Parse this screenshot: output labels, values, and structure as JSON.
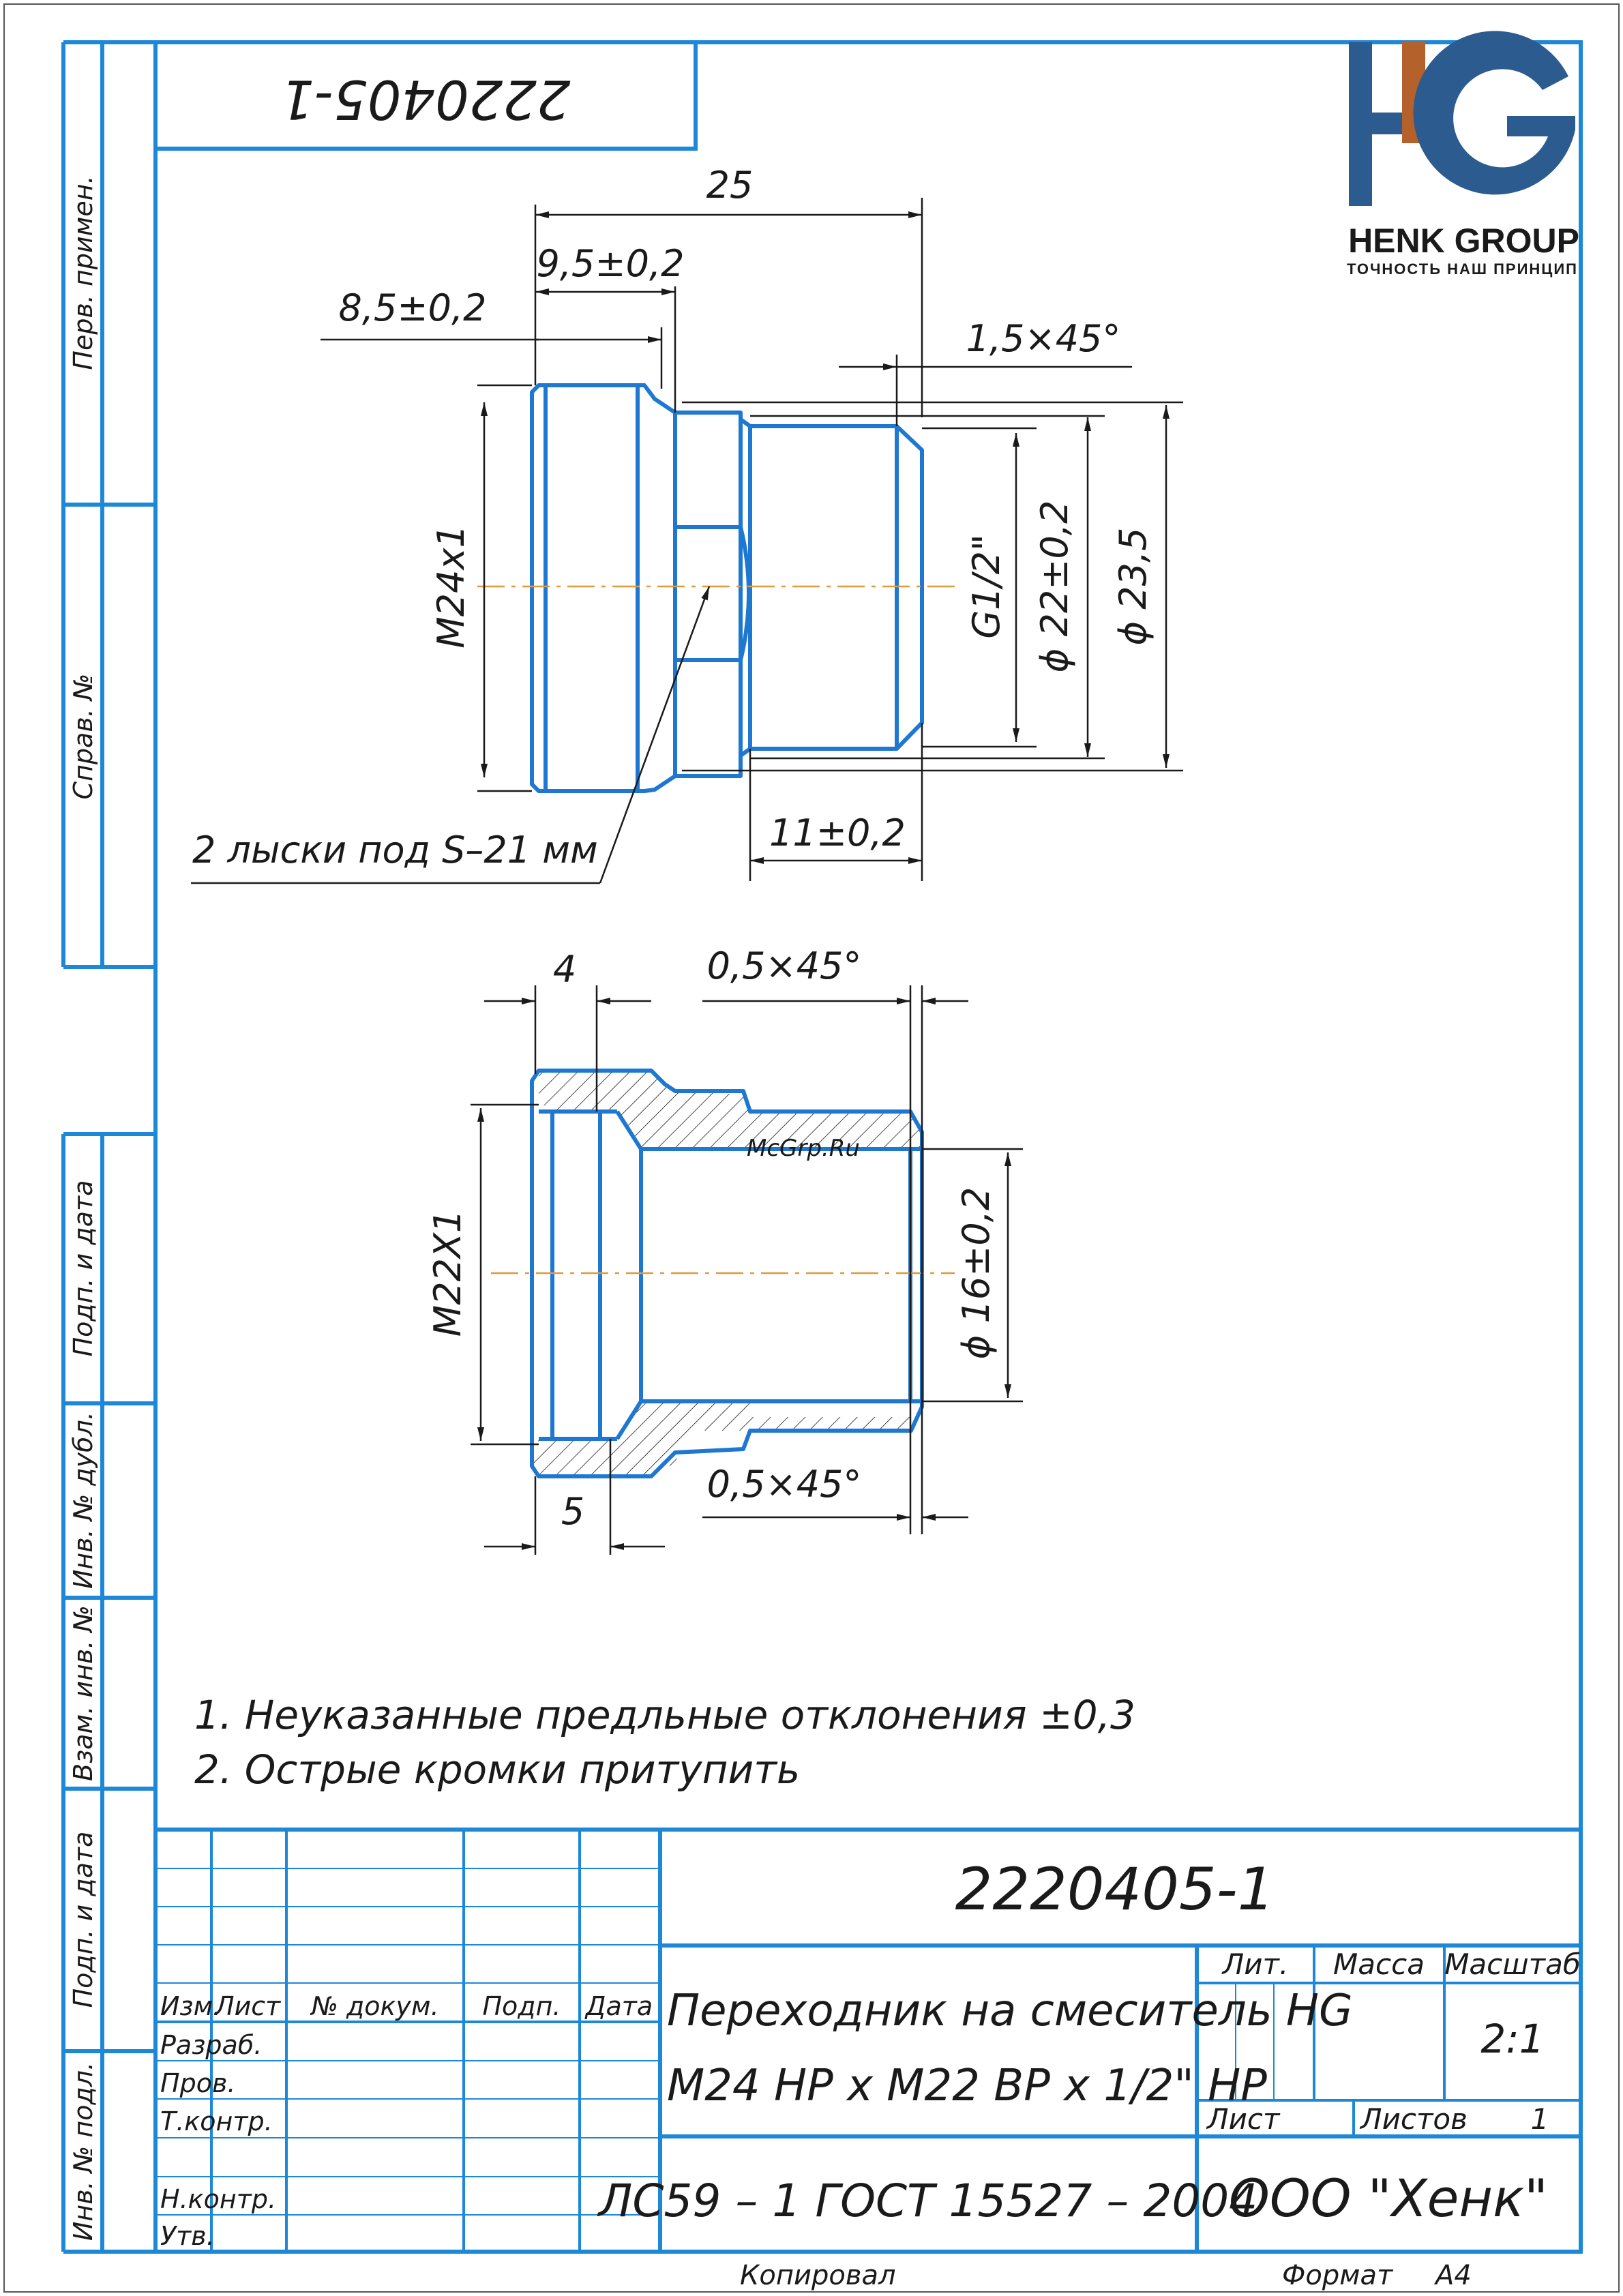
{
  "drawing_number": "2220405-1",
  "drawing_number_rotated": "2220405-1",
  "logo": {
    "letters": "HG",
    "company": "HENK GROUP",
    "slogan": "ТОЧНОСТЬ НАШ ПРИНЦИП",
    "colors": {
      "blue": "#2b5b8f",
      "copper": "#b5612b"
    }
  },
  "side_labels": [
    "Перв. примен.",
    "Справ. №",
    "Подп. и дата",
    "Инв. № дубл.",
    "Взам. инв. №",
    "Подп. и дата",
    "Инв. № подл."
  ],
  "view1": {
    "dim_25": "25",
    "dim_9_5": "9,5±0,2",
    "dim_8_5": "8,5±0,2",
    "dim_chamfer": "1,5×45°",
    "dim_m24": "M24x1",
    "dim_g12": "G1/2\"",
    "dim_d22": "ϕ 22±0,2",
    "dim_d23_5": "ϕ 23,5",
    "dim_11": "11±0,2",
    "flats_note": "2 лыски под S–21 мм"
  },
  "view2": {
    "dim_4": "4",
    "dim_chamfer_top": "0,5×45°",
    "dim_m22": "M22X1",
    "dim_d16": "ϕ 16±0,2",
    "dim_chamfer_bottom": "0,5×45°",
    "dim_5": "5",
    "watermark": "McGrp.Ru"
  },
  "notes": [
    "1. Неуказанные предльные отклонения ±0,3",
    "2. Острые кромки притупить"
  ],
  "title_block": {
    "headers": [
      "Изм.",
      "Лист",
      "№ докум.",
      "Подп.",
      "Дата"
    ],
    "roles": [
      "Разраб.",
      "Пров.",
      "Т.контр.",
      "",
      "Н.контр.",
      "Утв."
    ],
    "name_line1": "Переходник на смеситель HG",
    "name_line2": "M24 НР х М22 ВР х 1/2\" НР",
    "lit_label": "Лит.",
    "mass_label": "Масса",
    "scale_label": "Масштаб",
    "scale_value": "2:1",
    "sheet_label": "Лист",
    "sheets_label": "Листов",
    "sheets_value": "1",
    "material": "ЛС59 – 1 ГОСТ 15527 – 2004",
    "company": "ООО \"Хенк\""
  },
  "footer": {
    "copied": "Копировал",
    "format_label": "Формат",
    "format_value": "А4"
  },
  "colors": {
    "frame": "#1e88d8",
    "part": "#1e78d2",
    "axis": "#e09a3c",
    "text": "#1a1a1a",
    "watermark": "#d9252a"
  }
}
